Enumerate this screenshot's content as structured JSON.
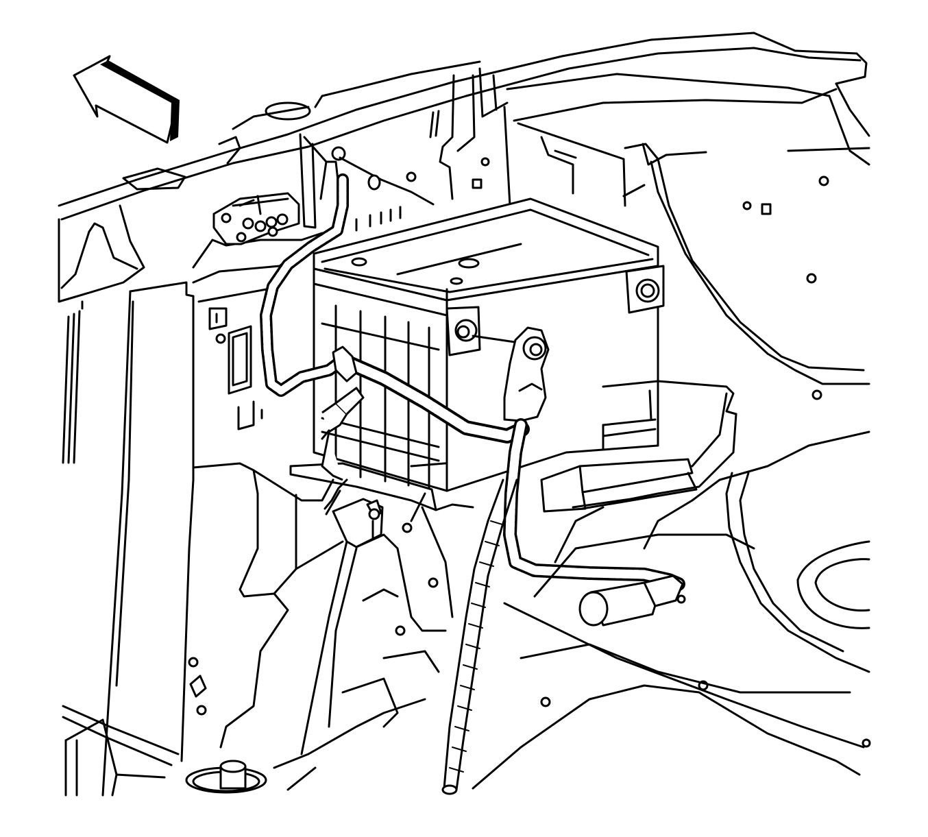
{
  "diagram": {
    "subject": "battery-compartment-line-drawing",
    "parts": [
      {
        "id": "direction-arrow",
        "icon": "forward-arrow-icon"
      },
      {
        "id": "battery",
        "icon": "battery-icon"
      },
      {
        "id": "positive-terminal"
      },
      {
        "id": "negative-terminal"
      },
      {
        "id": "positive-cable-connector"
      },
      {
        "id": "battery-cable-harness"
      },
      {
        "id": "battery-tray"
      },
      {
        "id": "hold-down-bolt"
      },
      {
        "id": "ground-cable"
      },
      {
        "id": "cable-end-connector"
      },
      {
        "id": "relay-connector"
      },
      {
        "id": "body-panel"
      }
    ],
    "colors": {
      "stroke": "#000000",
      "background": "#ffffff"
    }
  }
}
